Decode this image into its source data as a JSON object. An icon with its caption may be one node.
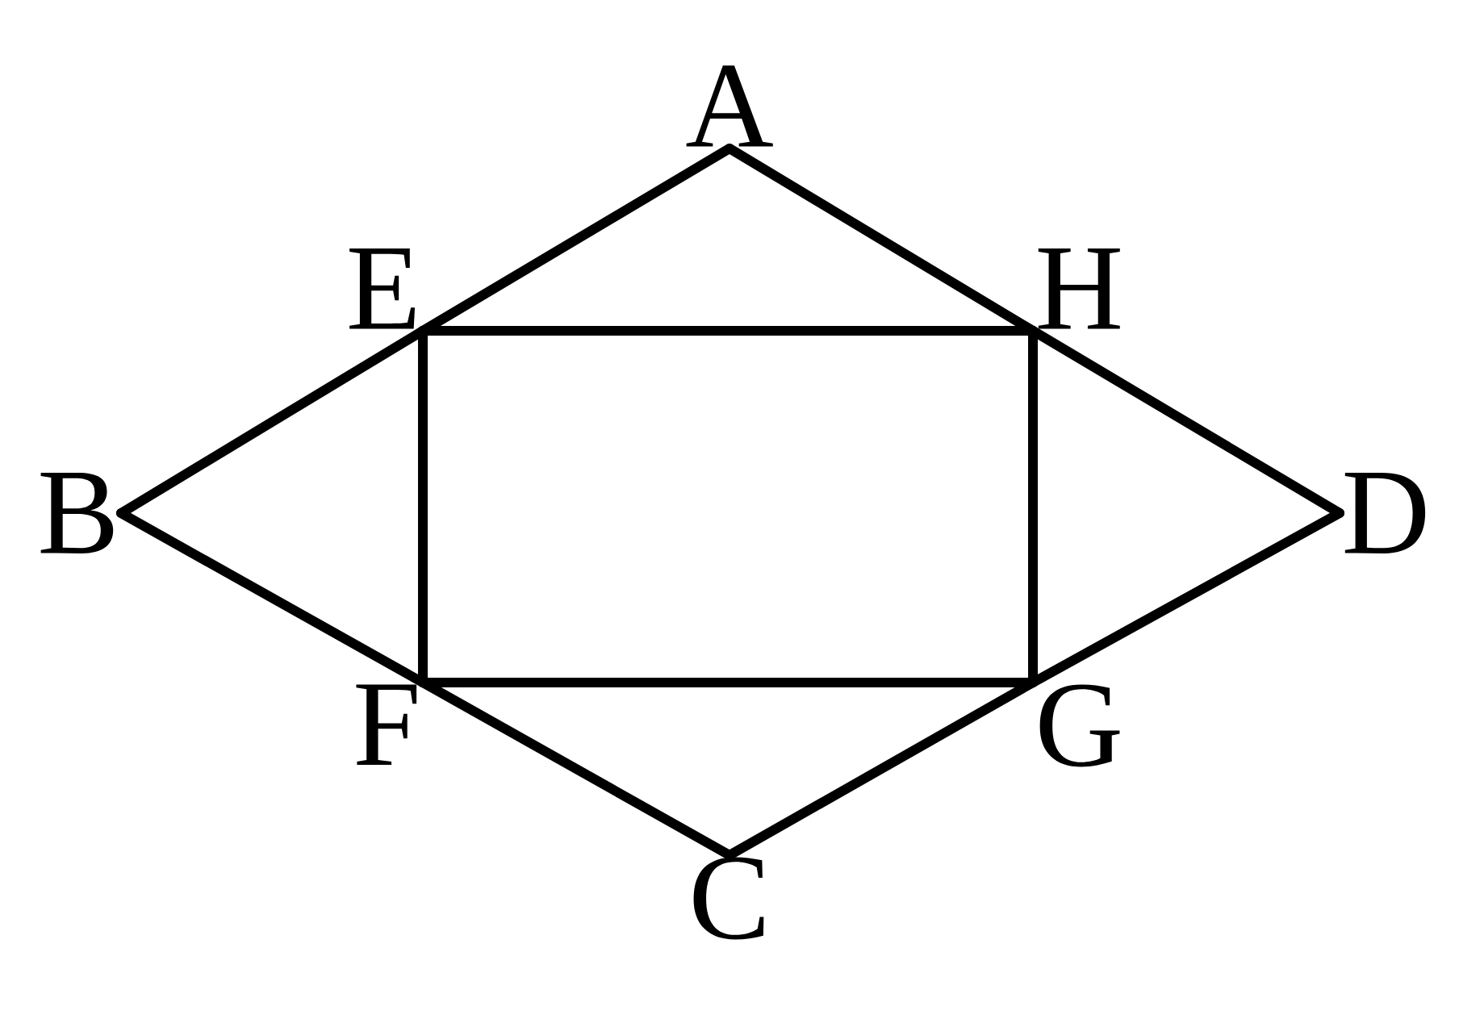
{
  "diagram": {
    "nodes": [
      {
        "text": [
          "A"
        ]
      },
      {
        "text": [
          "E"
        ]
      },
      {
        "text": [
          "H"
        ]
      },
      {
        "text": [
          "B"
        ]
      },
      {
        "text": [
          "D"
        ]
      },
      {
        "text": [
          "F"
        ]
      },
      {
        "text": [
          "G"
        ]
      },
      {
        "text": [
          "C"
        ]
      }
    ],
    "edges": [
      {
        "from": 0,
        "to": 1,
        "arrow": "none"
      },
      {
        "from": 1,
        "to": 3,
        "arrow": "none"
      },
      {
        "from": 3,
        "to": 5,
        "arrow": "none"
      },
      {
        "from": 5,
        "to": 7,
        "arrow": "none"
      },
      {
        "from": 7,
        "to": 6,
        "arrow": "none"
      },
      {
        "from": 6,
        "to": 4,
        "arrow": "none"
      },
      {
        "from": 4,
        "to": 2,
        "arrow": "none"
      },
      {
        "from": 2,
        "to": 0,
        "arrow": "none"
      },
      {
        "from": 1,
        "to": 2,
        "arrow": "none"
      },
      {
        "from": 2,
        "to": 6,
        "arrow": "none"
      },
      {
        "from": 6,
        "to": 5,
        "arrow": "none"
      },
      {
        "from": 5,
        "to": 1,
        "arrow": "none"
      }
    ]
  }
}
